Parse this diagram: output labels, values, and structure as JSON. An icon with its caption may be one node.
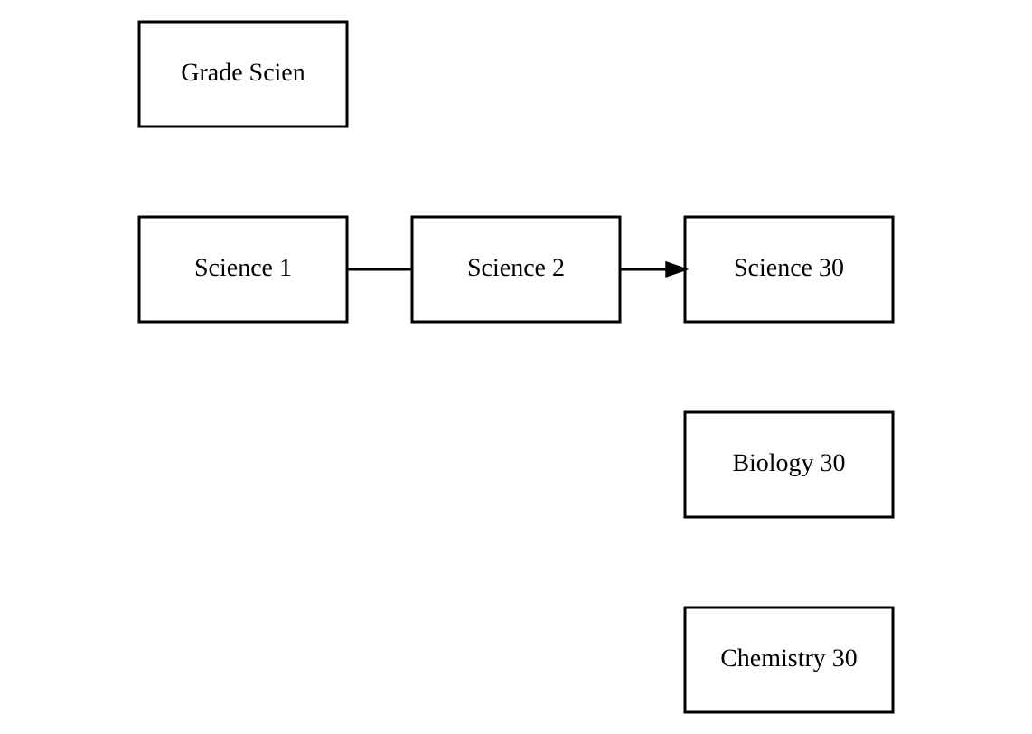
{
  "diagram": {
    "nodes": [
      {
        "text": [
          "Science 1"
        ]
      },
      {
        "text": [
          "Science 2"
        ]
      },
      {
        "text": [
          "Science 30"
        ]
      },
      {
        "text": [
          "Grade Scien"
        ]
      },
      {
        "text": [
          "Biology 30"
        ]
      },
      {
        "text": [
          "Chemistry 30"
        ]
      }
    ],
    "edges": [
      {
        "from": 0,
        "to": 1,
        "arrow": "none"
      },
      {
        "from": 1,
        "to": 2,
        "arrow": "to"
      }
    ]
  }
}
